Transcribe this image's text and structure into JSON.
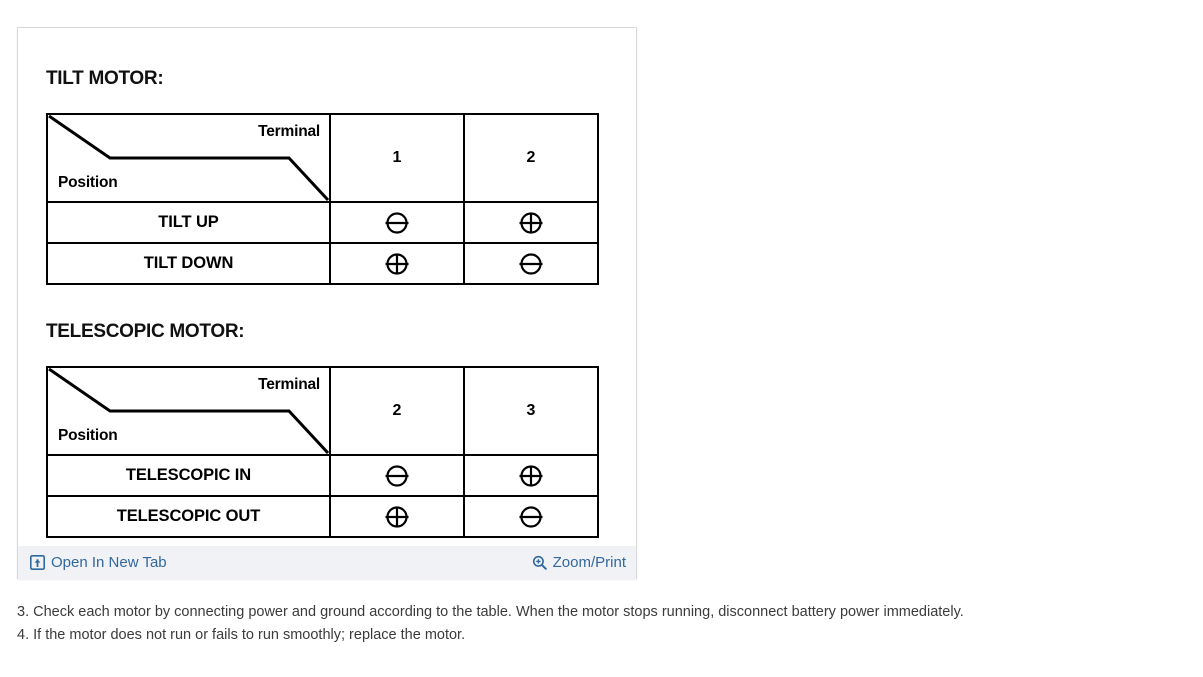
{
  "card": {
    "footer": {
      "open_new_tab_label": "Open In New Tab",
      "zoom_print_label": "Zoom/Print",
      "open_new_tab_icon": "open-in-new-tab-icon",
      "zoom_print_icon": "zoom-in-magnifier-icon"
    }
  },
  "diagram": {
    "sections": [
      {
        "title": "TILT MOTOR:",
        "corner": {
          "top_label": "Terminal",
          "bottom_label": "Position"
        },
        "terminals": [
          "1",
          "2"
        ],
        "rows": [
          {
            "label": "TILT UP",
            "values": [
              "minus",
              "plus"
            ]
          },
          {
            "label": "TILT DOWN",
            "values": [
              "plus",
              "minus"
            ]
          }
        ]
      },
      {
        "title": "TELESCOPIC MOTOR:",
        "corner": {
          "top_label": "Terminal",
          "bottom_label": "Position"
        },
        "terminals": [
          "2",
          "3"
        ],
        "rows": [
          {
            "label": "TELESCOPIC IN",
            "values": [
              "minus",
              "plus"
            ]
          },
          {
            "label": "TELESCOPIC OUT",
            "values": [
              "plus",
              "minus"
            ]
          }
        ]
      }
    ]
  },
  "steps": [
    "3. Check each motor by connecting power and ground according to the table. When the motor stops running, disconnect battery power immediately.",
    "4. If the motor does not run or fails to run smoothly; replace the motor."
  ],
  "colors": {
    "link": "#31689e",
    "footer_bg": "#f1f2f6",
    "card_border": "#d8d8d8",
    "ink": "#000000",
    "body_text": "#3b3b3b"
  }
}
